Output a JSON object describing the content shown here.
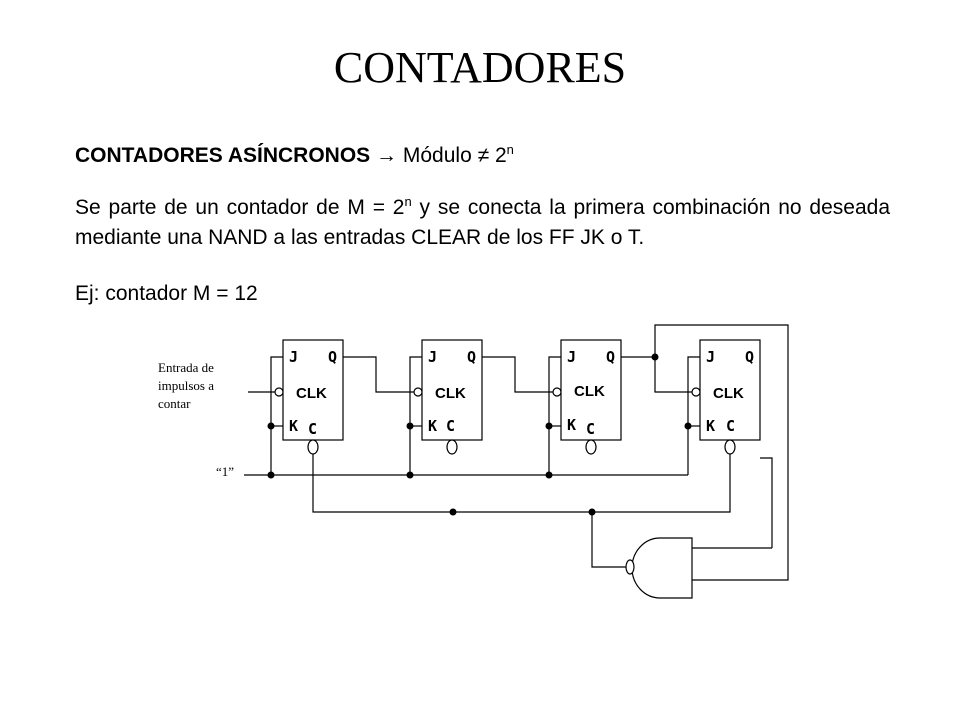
{
  "title": "CONTADORES",
  "subtitle": {
    "bold": "CONTADORES ASÍNCRONOS",
    "arrow": "→",
    "modulo": "Módulo",
    "neq": "≠",
    "base": "2",
    "exp": "n"
  },
  "paragraph": {
    "part1": "Se parte de un contador de M = 2",
    "exp": "n",
    "part2": " y  se conecta la primera combinación no deseada mediante una NAND a las entradas CLEAR de los FF JK o T."
  },
  "example": "Ej: contador M = 12",
  "circuit": {
    "input_label": [
      "Entrada de",
      "impulsos a",
      "contar"
    ],
    "one_label": "“1”",
    "flipflops": [
      {
        "j": "J",
        "q": "Q",
        "clk": "CLK",
        "k": "K",
        "c": "C"
      },
      {
        "j": "J",
        "q": "Q",
        "clk": "CLK",
        "k": "K",
        "c": "C"
      },
      {
        "j": "J",
        "q": "Q",
        "clk": "CLK",
        "k": "K",
        "c": "C"
      },
      {
        "j": "J",
        "q": "Q",
        "clk": "CLK",
        "k": "K",
        "c": "C"
      }
    ]
  }
}
